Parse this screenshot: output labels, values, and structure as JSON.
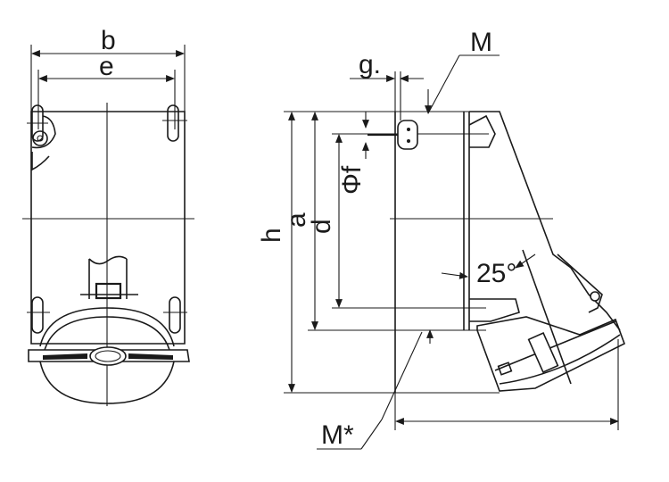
{
  "labels": {
    "b": "b",
    "e": "e",
    "g": "g.",
    "M": "M",
    "phi_f": "Φf",
    "h": "h",
    "a": "a",
    "d": "d",
    "angle": "25°",
    "M_star": "M*"
  }
}
